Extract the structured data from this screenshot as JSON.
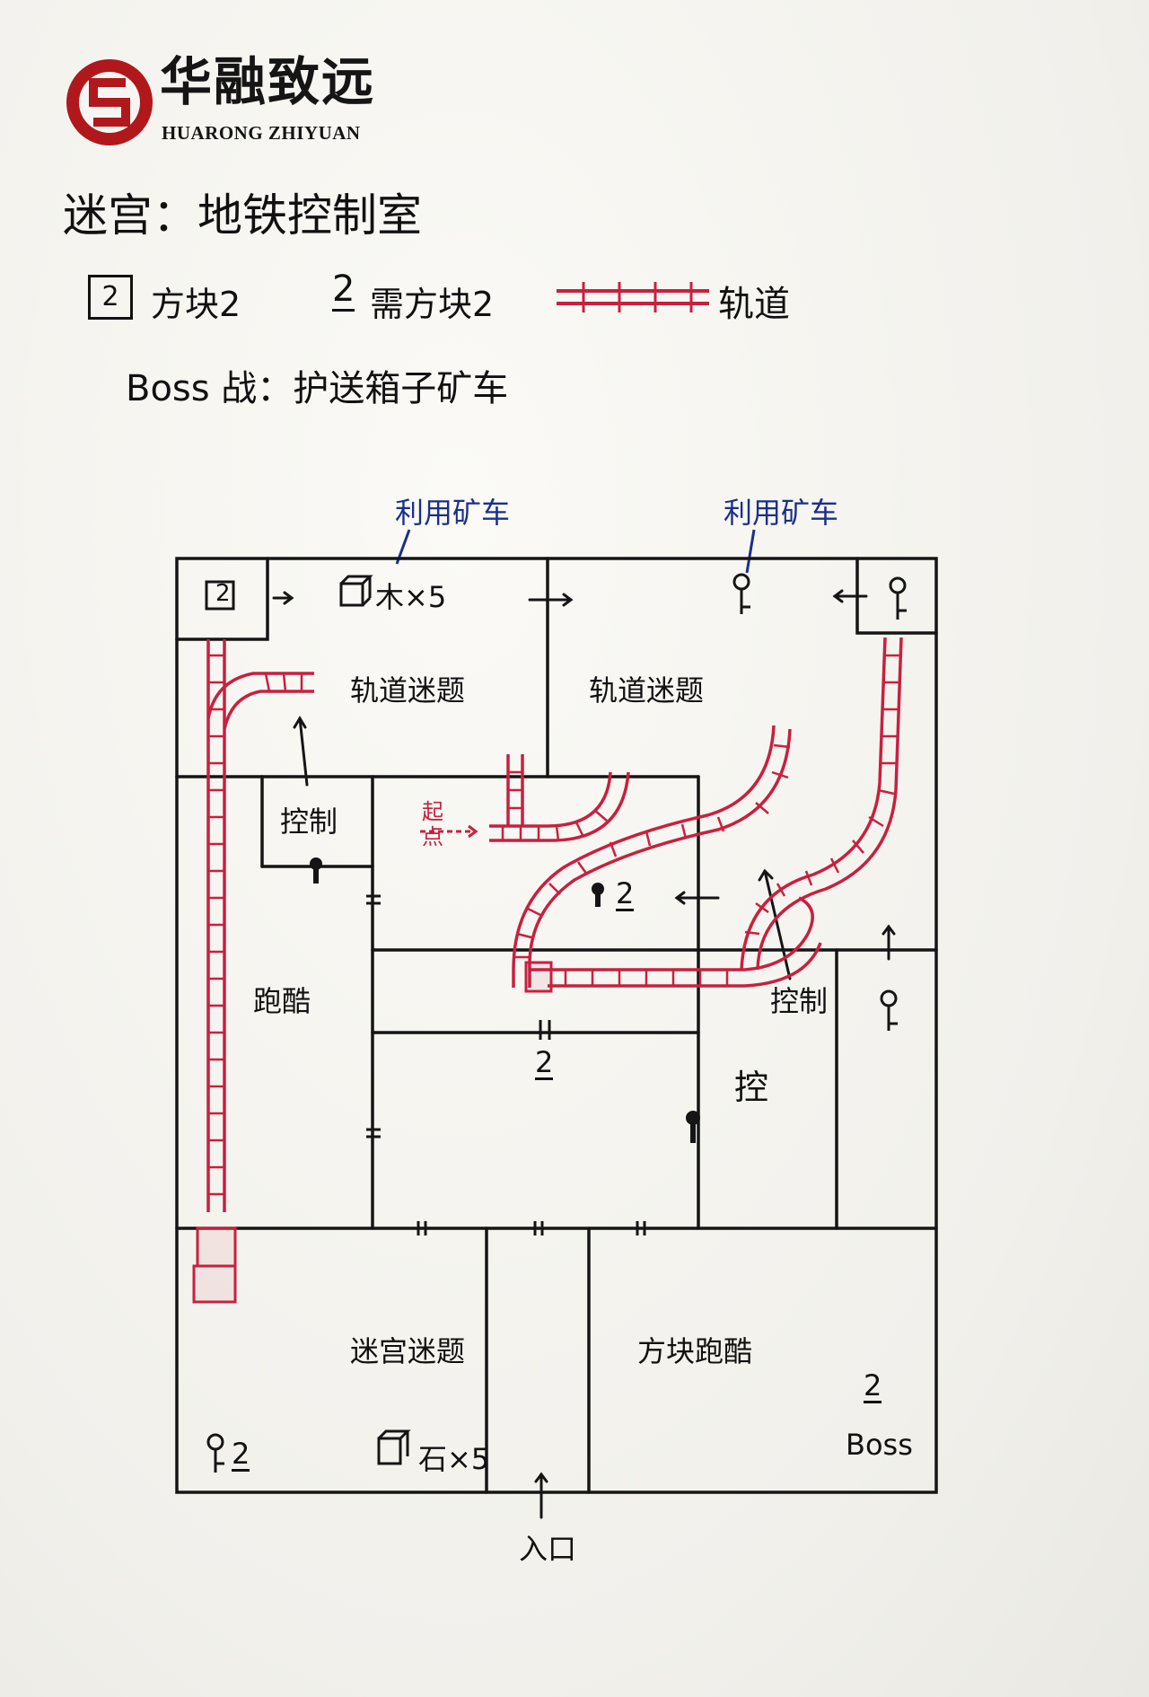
{
  "logo": {
    "name_cn": "华融致远",
    "name_en": "HUARONG ZHIYUAN",
    "mark_color": "#b0181c"
  },
  "title": "迷宫：地铁控制室",
  "legend": {
    "box_icon_num": "2",
    "box_label": "方块2",
    "need_num": "2",
    "need_label": "需方块2",
    "track_label": "轨道",
    "track_color": "#c8203f"
  },
  "boss_line": "Boss 战：护送箱子矿车",
  "annotations": {
    "use_cart_left": "利用矿车",
    "use_cart_right": "利用矿车",
    "annotation_color": "#1a2f8a"
  },
  "map": {
    "rooms": {
      "top_left_box": "2",
      "wood": "木×5",
      "track_puzzle_left": "轨道迷题",
      "track_puzzle_right": "轨道迷题",
      "control_1": "控制",
      "parkour": "跑酷",
      "start": "起点",
      "need_2_middle": "2",
      "control_2": "控制",
      "gate_2": "2",
      "control_3": "控",
      "maze_puzzle": "迷宫迷题",
      "key_2": "2",
      "stone": "石×5",
      "block_parkour": "方块跑酷",
      "boss_num": "2",
      "boss": "Boss",
      "entrance": "入口"
    }
  }
}
